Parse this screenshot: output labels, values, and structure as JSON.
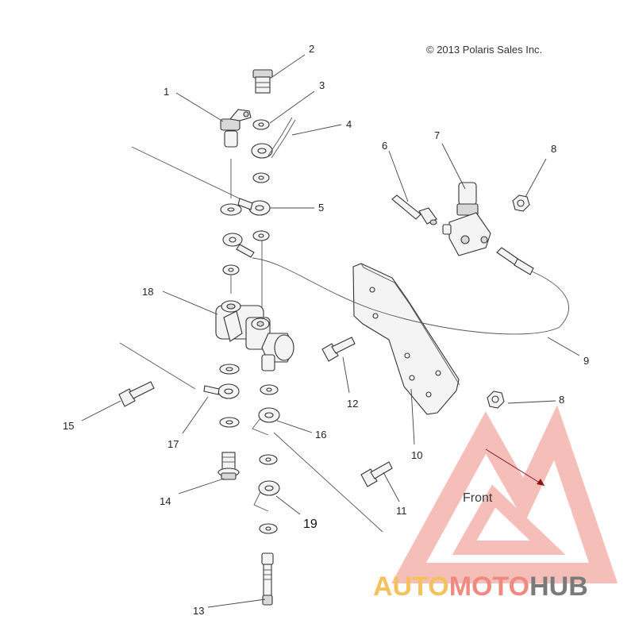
{
  "copyright": "© 2013 Polaris Sales Inc.",
  "callouts": [
    "1",
    "2",
    "3",
    "4",
    "5",
    "6",
    "7",
    "8",
    "8",
    "9",
    "10",
    "11",
    "12",
    "13",
    "14",
    "15",
    "16",
    "17",
    "18",
    "19"
  ],
  "watermark": {
    "front_label": "Front",
    "brand_part1": "AUTO",
    "brand_part2": "MOTO",
    "brand_part3": "HUB",
    "color_a": "#f5c15c",
    "color_b": "#f08a80",
    "color_c": "#777777"
  }
}
